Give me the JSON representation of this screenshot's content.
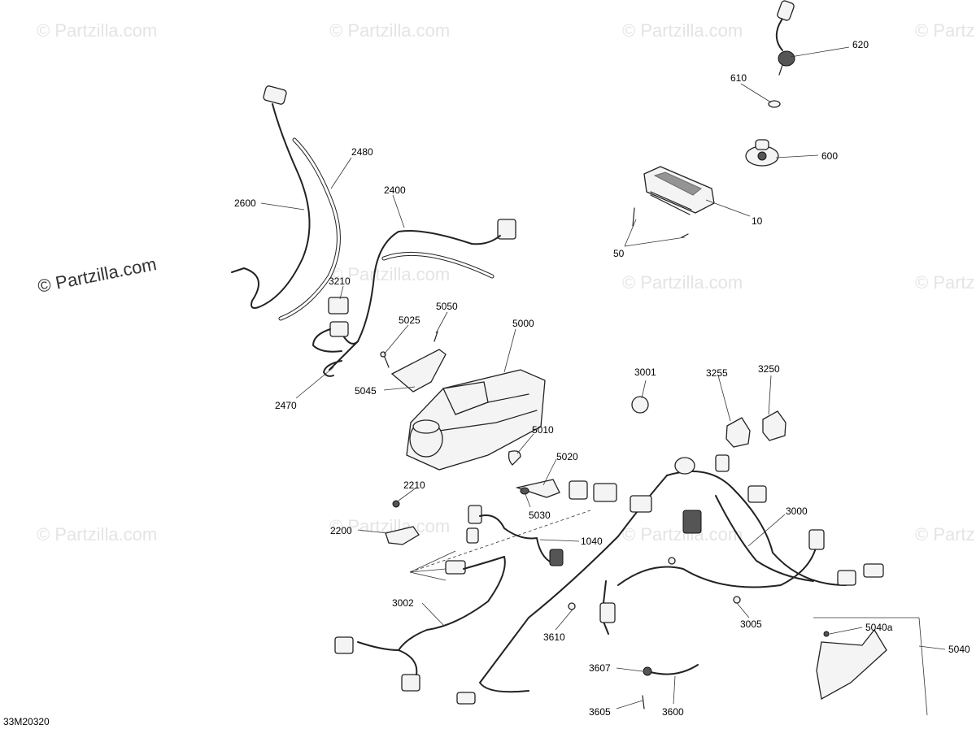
{
  "diagram_code": "33M20320",
  "watermark": {
    "text": "© Partzilla.com",
    "prominent_text": "© Partzilla.com"
  },
  "callouts": [
    "10",
    "50",
    "600",
    "610",
    "620",
    "1040",
    "2200",
    "2210",
    "2400",
    "2470",
    "2480",
    "2600",
    "3000",
    "3001",
    "3002",
    "3005",
    "3210",
    "3250",
    "3255",
    "3600",
    "3605",
    "3607",
    "3610",
    "5000",
    "5010",
    "5020",
    "5025",
    "5030",
    "5040",
    "5040a",
    "5045",
    "5050"
  ]
}
